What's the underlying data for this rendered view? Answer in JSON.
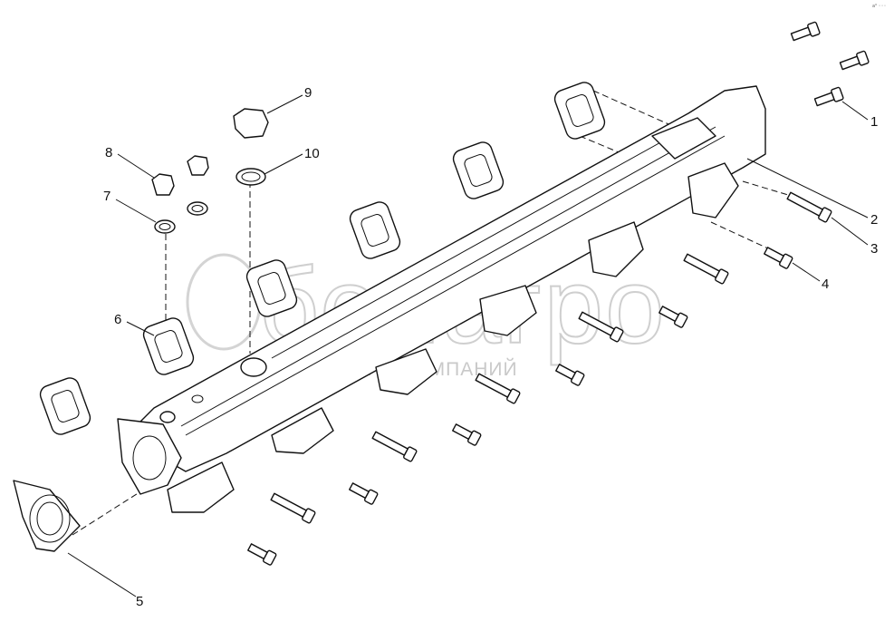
{
  "diagram": {
    "callouts": [
      "1",
      "2",
      "3",
      "4",
      "5",
      "6",
      "7",
      "8",
      "9",
      "10"
    ],
    "watermark": {
      "logo_text": "белагро",
      "subtitle": "ГРУППА КОМПАНИЙ"
    },
    "corner_mark": "a⁰ ◦◦◦"
  }
}
